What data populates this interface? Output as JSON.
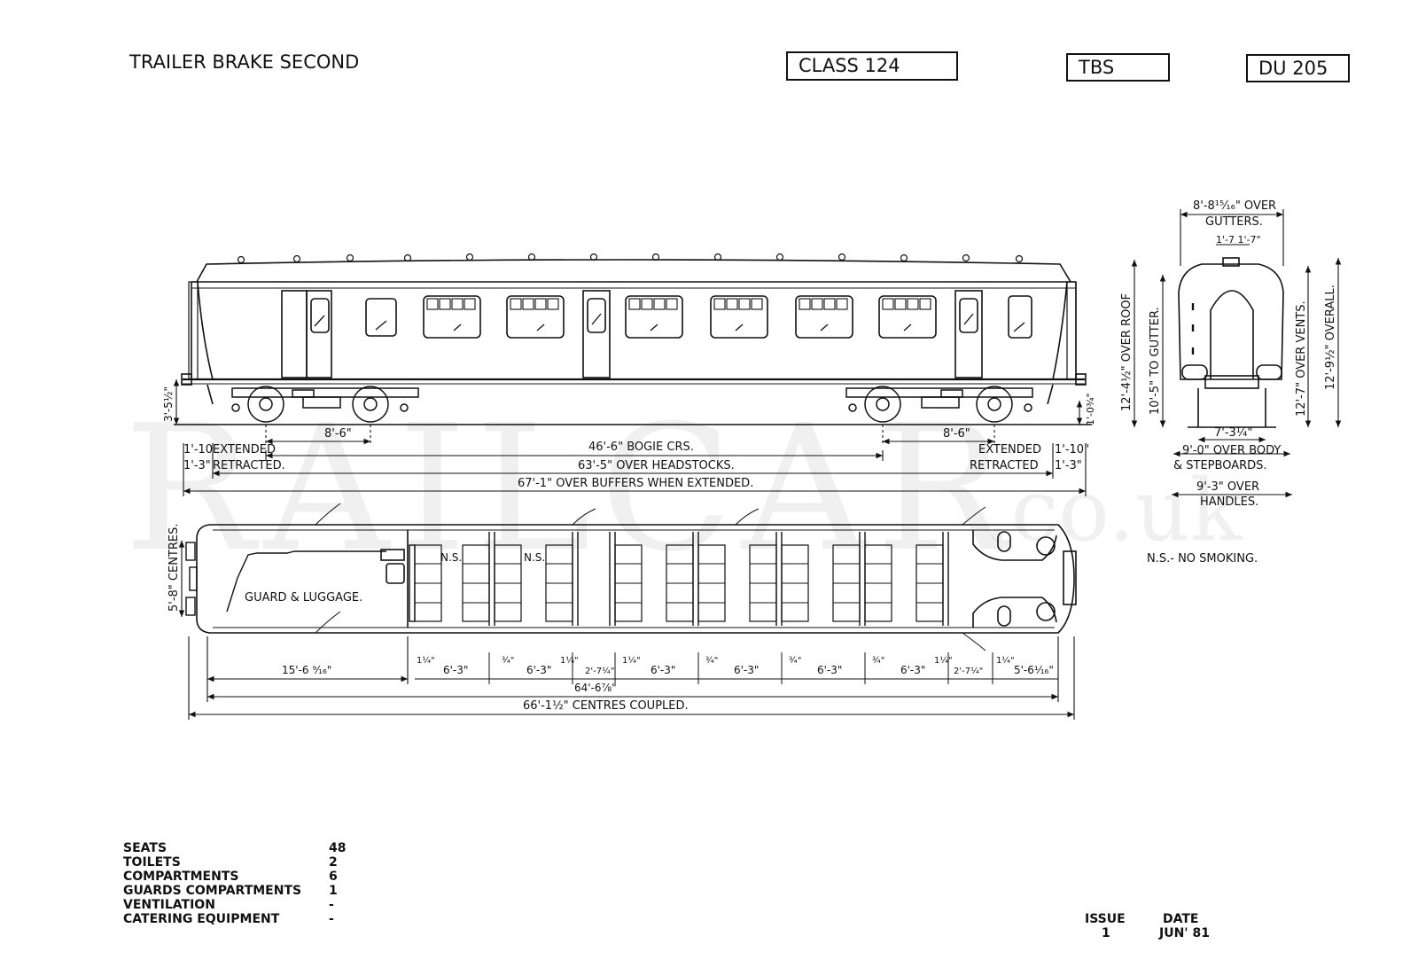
{
  "header": {
    "title": "TRAILER BRAKE SECOND",
    "class_label": "CLASS 124",
    "type_code": "TBS",
    "diagram_number": "DU 205"
  },
  "watermark": {
    "main": "RAILCAR",
    "suffix": ".co.uk"
  },
  "elevation": {
    "height_rail": "3'-5½\"",
    "bogie_wheelbase": "8'-6\"",
    "step_height": "1'-0¾\"",
    "buffer_extended_left": "1'-10",
    "buffer_extended_label_left": "EXTENDED",
    "buffer_retracted_left": "1'-3\"",
    "buffer_retracted_label_left": "RETRACTED.",
    "bogie_centres": "46'-6\" BOGIE CRS.",
    "over_headstocks": "63'-5\" OVER HEADSTOCKS.",
    "over_buffers": "67'-1\" OVER BUFFERS WHEN EXTENDED.",
    "buffer_extended_label_right": "EXTENDED",
    "buffer_extended_right": "1'-10\"",
    "buffer_retracted_label_right": "RETRACTED",
    "buffer_retracted_right": "1'-3\""
  },
  "end_view": {
    "over_gutters_1": "8'-8¹⁵⁄₁₆\" OVER",
    "over_gutters_2": "GUTTERS.",
    "window_dims": "1'-7 1'-7\"",
    "over_roof": "12'-4½\" OVER ROOF",
    "to_gutter": "10'-5\" TO GUTTER.",
    "over_vents": "12'-7\" OVER VENTS.",
    "overall": "12'-9½\" OVERALL.",
    "track_width": "7'-3¼\"",
    "over_body_1": "9'-0\" OVER BODY",
    "over_body_2": "& STEPBOARDS.",
    "over_handles_1": "9'-3\" OVER",
    "over_handles_2": "HANDLES."
  },
  "plan": {
    "centres": "5'-8\" CENTRES.",
    "guard_label": "GUARD & LUGGAGE.",
    "ns_label": "N.S.",
    "legend": "N.S.- NO SMOKING.",
    "dims": [
      "15'-6 ⁹⁄₁₆\"",
      "1¼\"",
      "6'-3\"",
      "¾\"",
      "6'-3\"",
      "1¼\"",
      "2'-7¼\"",
      "1¼\"",
      "6'-3\"",
      "¾\"",
      "6'-3\"",
      "¾\"",
      "6'-3\"",
      "¾\"",
      "6'-3\"",
      "1¼\"",
      "2'-7¼\"",
      "1¼\"",
      "5'-6¹⁄₁₆\""
    ],
    "inside_length": "64'-6⅞\"",
    "centres_coupled": "66'-1½\" CENTRES COUPLED."
  },
  "specs": [
    {
      "label": "SEATS",
      "value": "48"
    },
    {
      "label": "TOILETS",
      "value": "2"
    },
    {
      "label": "COMPARTMENTS",
      "value": "6"
    },
    {
      "label": "GUARDS COMPARTMENTS",
      "value": "1"
    },
    {
      "label": "VENTILATION",
      "value": "-"
    },
    {
      "label": "CATERING EQUIPMENT",
      "value": "-"
    }
  ],
  "issue": {
    "issue_label": "ISSUE",
    "issue_value": "1",
    "date_label": "DATE",
    "date_value": "JUN' 81"
  }
}
